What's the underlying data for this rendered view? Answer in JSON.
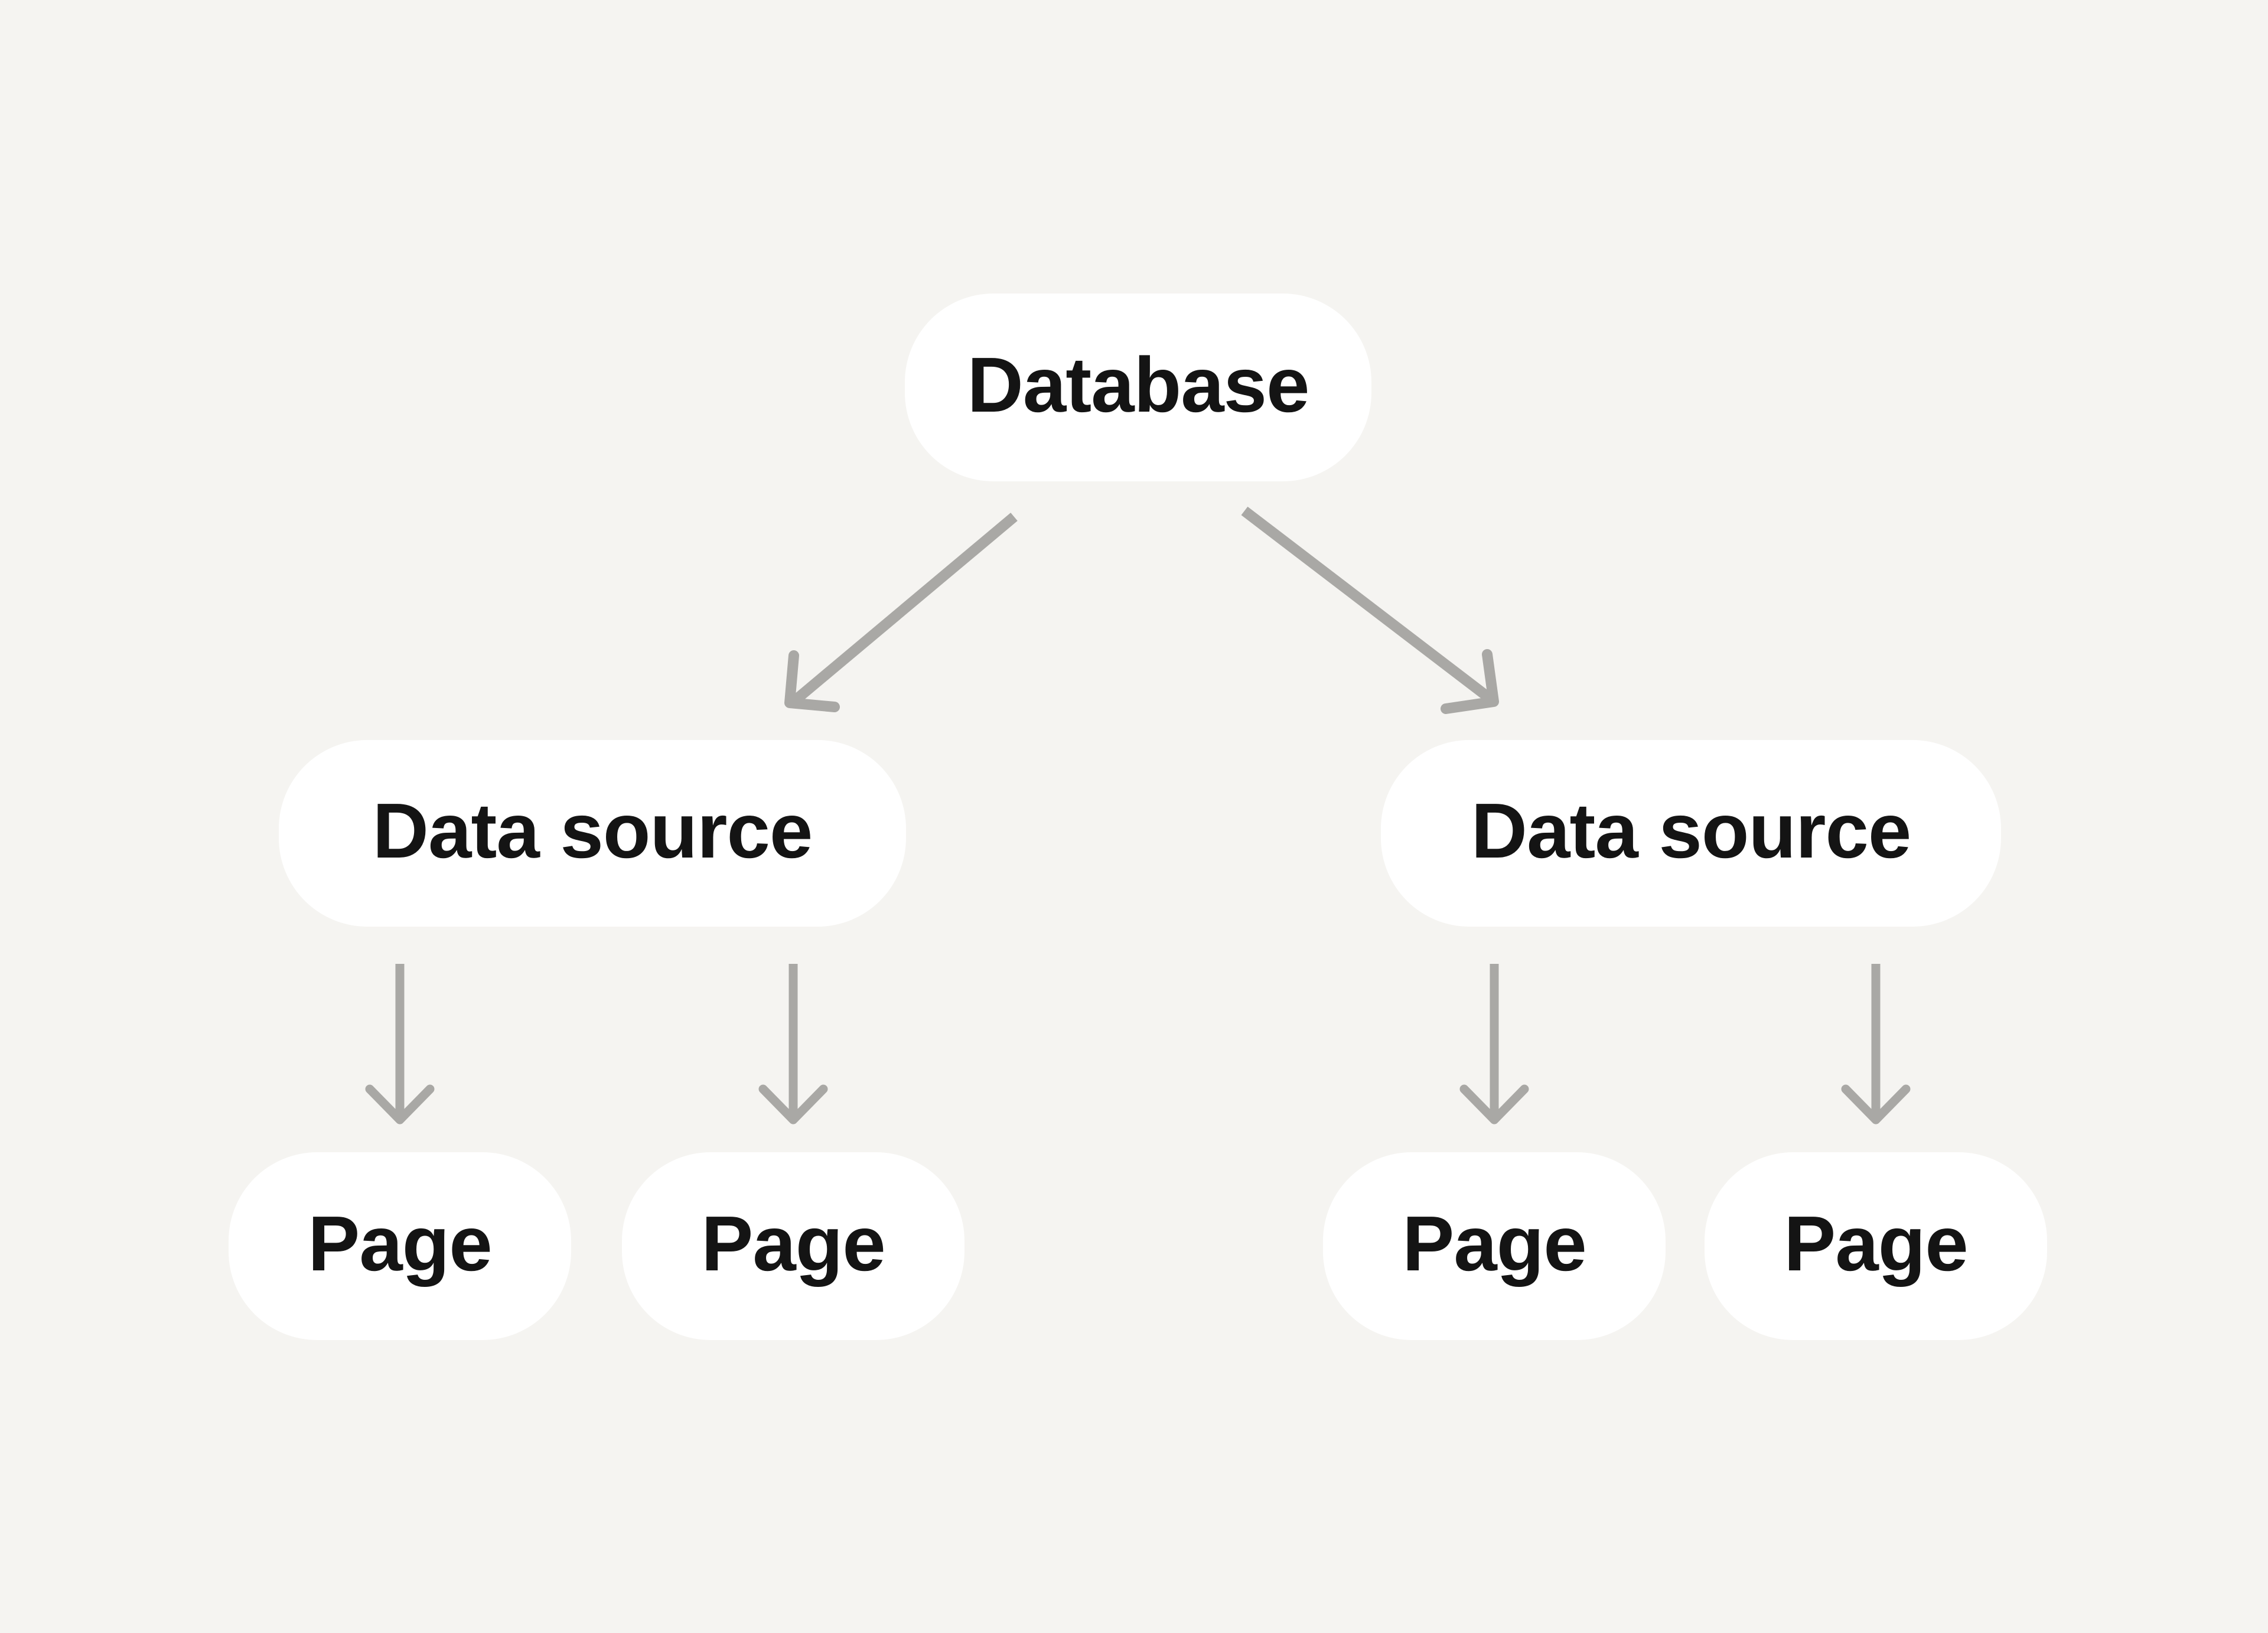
{
  "diagram": {
    "type": "tree",
    "colors": {
      "background": "#F5F4F1",
      "node_fill": "#FFFFFF",
      "node_text": "#141414",
      "arrow": "#A9A8A5"
    },
    "nodes": {
      "database": {
        "label": "Database"
      },
      "datasource_left": {
        "label": "Data source"
      },
      "datasource_right": {
        "label": "Data source"
      },
      "page_1": {
        "label": "Page"
      },
      "page_2": {
        "label": "Page"
      },
      "page_3": {
        "label": "Page"
      },
      "page_4": {
        "label": "Page"
      }
    },
    "edges": [
      {
        "from": "database",
        "to": "datasource_left"
      },
      {
        "from": "database",
        "to": "datasource_right"
      },
      {
        "from": "datasource_left",
        "to": "page_1"
      },
      {
        "from": "datasource_left",
        "to": "page_2"
      },
      {
        "from": "datasource_right",
        "to": "page_3"
      },
      {
        "from": "datasource_right",
        "to": "page_4"
      }
    ]
  }
}
